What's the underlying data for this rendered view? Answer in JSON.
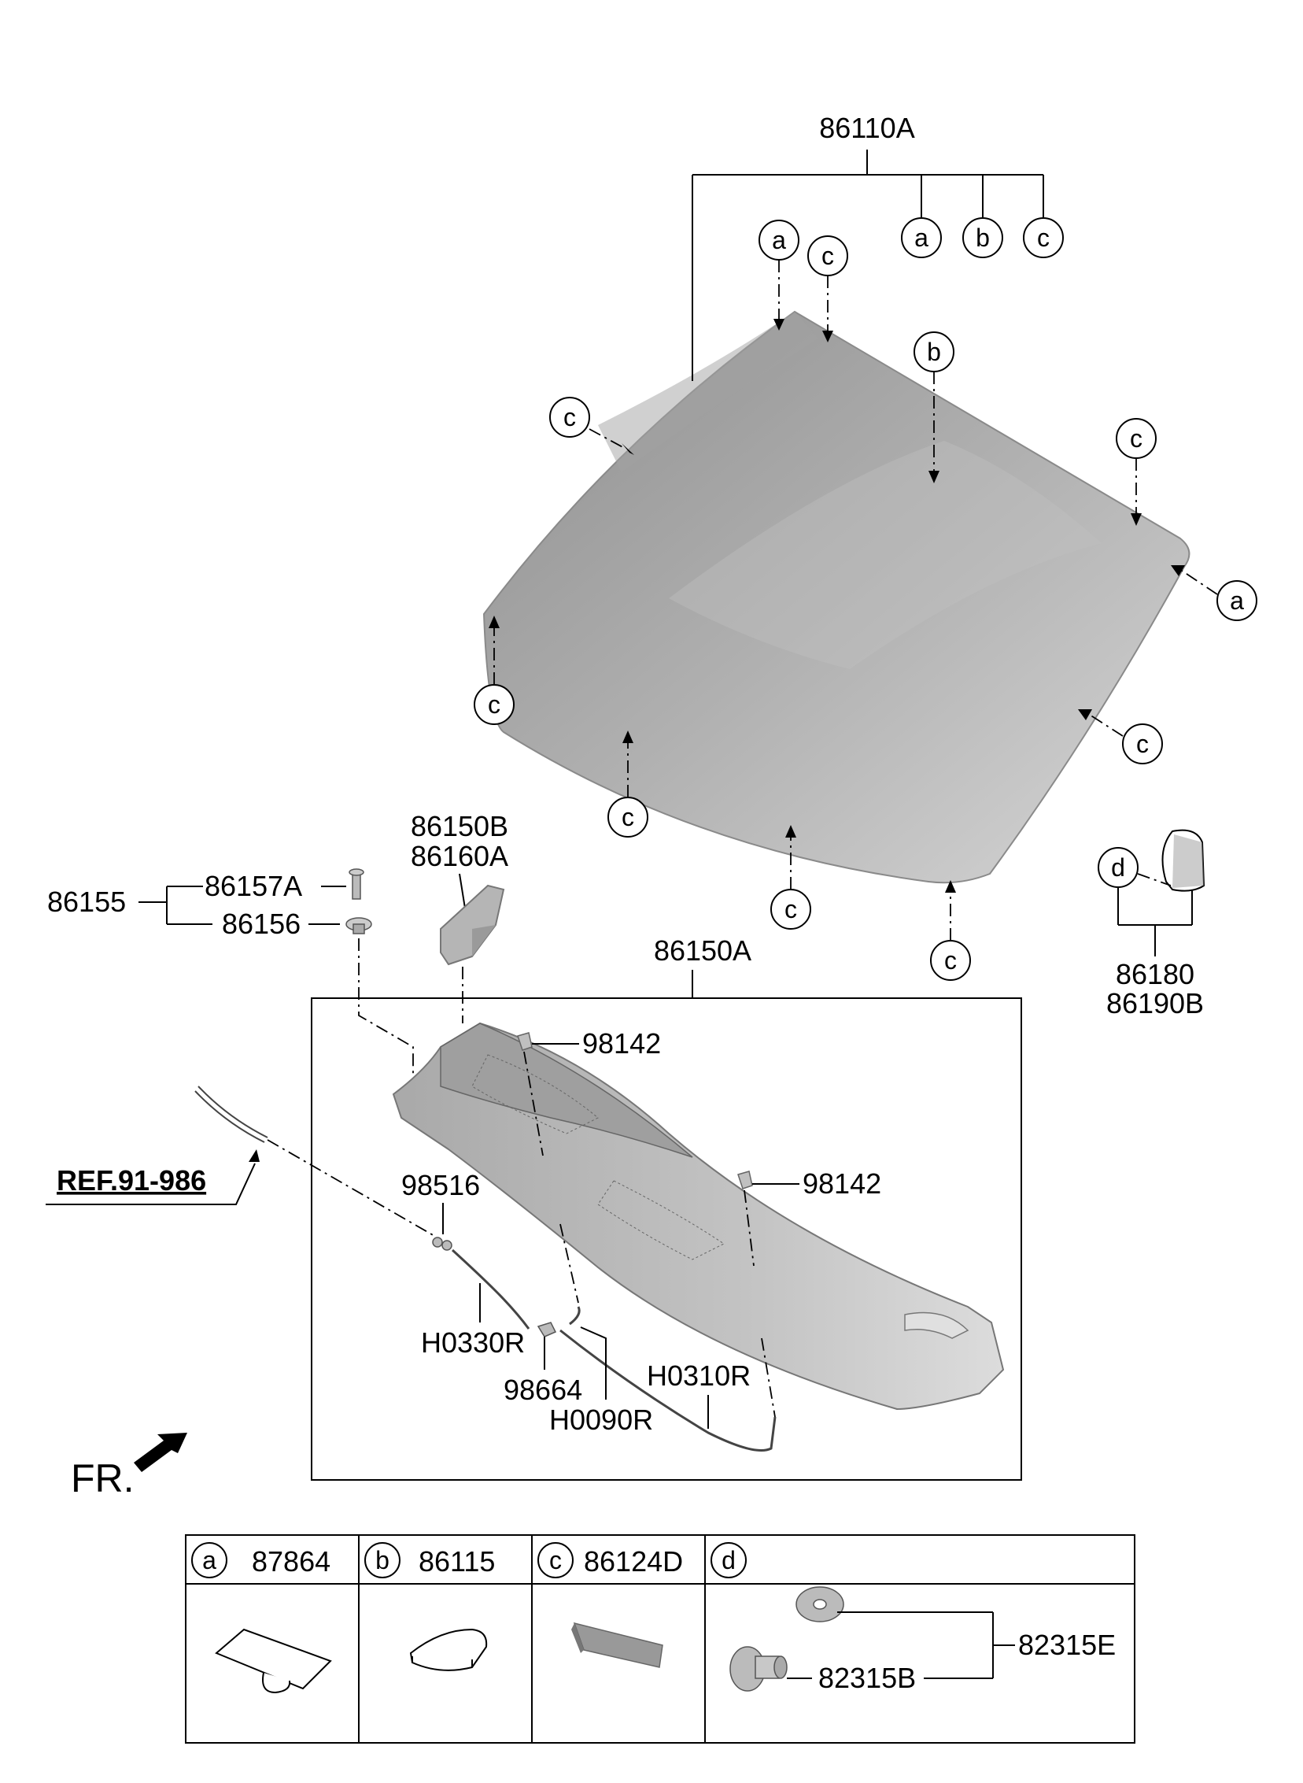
{
  "labels": {
    "windshield_assy": "86110A",
    "cowl_assy": "86150A",
    "side_cover_a": "86150B",
    "side_cover_b": "86160A",
    "clip_set": "86155",
    "rivet": "86157A",
    "grommet": "86156",
    "nozzle_left": "98142",
    "nozzle_right": "98142",
    "connector": "98516",
    "hose_a": "H0330R",
    "joint": "98664",
    "hose_b": "H0310R",
    "hose_c": "H0090R",
    "reference": "REF.91-986",
    "mirror_base_a": "86180",
    "mirror_base_b": "86190B",
    "front": "FR.",
    "clip_82315e": "82315E",
    "clip_82315b": "82315B"
  },
  "circle_letters": {
    "a": "a",
    "b": "b",
    "c": "c",
    "d": "d"
  },
  "legend": [
    {
      "letter": "a",
      "part": "87864"
    },
    {
      "letter": "b",
      "part": "86115"
    },
    {
      "letter": "c",
      "part": "86124D"
    },
    {
      "letter": "d",
      "part": ""
    }
  ],
  "colors": {
    "glass_dark": "#9a9a9a",
    "glass_light": "#cdcdcd",
    "part_gray": "#b8b8b8"
  }
}
